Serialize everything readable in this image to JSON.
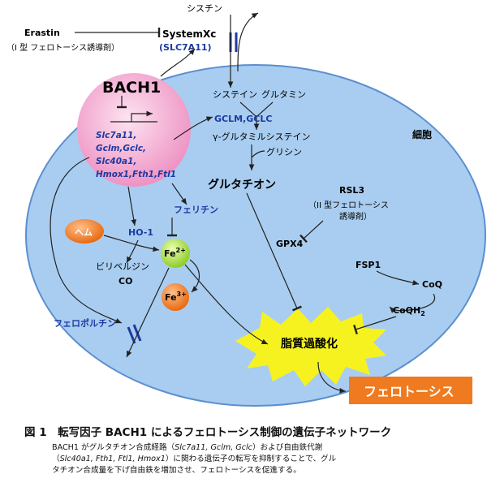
{
  "labels": {
    "cystine_top": "シスチン",
    "erastin": "Erastin",
    "erastin_note": "（I 型 フェロトーシス誘導剤）",
    "systemxc": "SystemXc",
    "slc7a11": "(SLC7A11)",
    "bach1": "BACH1",
    "genes_1": "Slc7a11,",
    "genes_2": "Gclm,Gclc,",
    "genes_3": "Slc40a1,",
    "genes_4": "Hmox1,Fth1,Ftl1",
    "cysteine": "システイン",
    "glutamine": "グルタミン",
    "gclm_gclc": "GCLM,GCLC",
    "gamma_gc": "γ-グルタミルシステイン",
    "glycine": "グリシン",
    "glutathione": "グルタチオン",
    "cell": "細胞",
    "ferritin": "フェリチン",
    "rsl3": "RSL3",
    "rsl3_note_1": "（II 型フェロトーシス",
    "rsl3_note_2": "誘導剤）",
    "heme": "ヘム",
    "ho1": "HO-1",
    "fe2_base": "Fe",
    "fe2_sup": "2+",
    "fe3_base": "Fe",
    "fe3_sup": "3+",
    "gpx4": "GPX4",
    "biliverdin": "ビリベルジン",
    "co": "CO",
    "fsp1": "FSP1",
    "coq": "CoQ",
    "coqh2_base": "CoQH",
    "coqh2_sub": "2",
    "ferroportin": "フェロポルチン",
    "lipid_perox": "脂質過酸化",
    "ferroptosis": "フェロトーシス"
  },
  "caption": {
    "title": "図 1　転写因子 BACH1 によるフェロトーシス制御の遺伝子ネットワーク",
    "l1_a": "BACH1 がグルタチオン合成経路（",
    "l1_b": "Slc7a11, Gclm, Gclc",
    "l1_c": "）および自由鉄代謝",
    "l2_a": "（",
    "l2_b": "Slc40a1, Fth1, Ftl1, Hmox1",
    "l2_c": "）に関わる遺伝子の転写を抑制することで、グル",
    "l3": "タチオン合成量を下げ自由鉄を増加させ、フェロトーシスを促進する。"
  },
  "colors": {
    "cell_fill": "#a9cdf0",
    "cell_border": "#5b8fcf",
    "bach1_fill": "#f2a9cf",
    "gene_blue": "#1d3aa0",
    "orange": "#ef7a1f",
    "fe2_green": "#b3e44a",
    "burst_yellow": "#f5f220",
    "transporter": "#1d3aa0"
  }
}
